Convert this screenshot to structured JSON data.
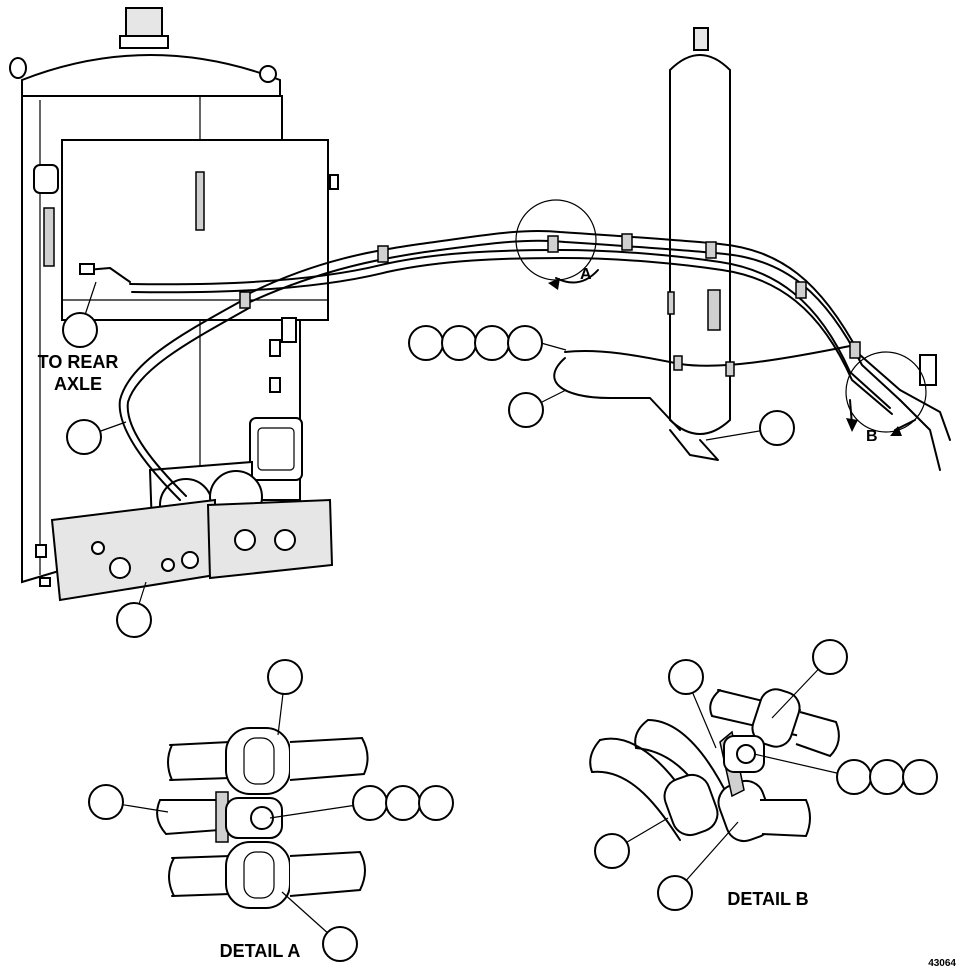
{
  "labels": {
    "to_rear_axle_line1": "TO REAR",
    "to_rear_axle_line2": "AXLE",
    "detail_a_marker": "A",
    "detail_b_marker": "B",
    "detail_a_title": "DETAIL A",
    "detail_b_title": "DETAIL B",
    "figure_number": "43064"
  }
}
